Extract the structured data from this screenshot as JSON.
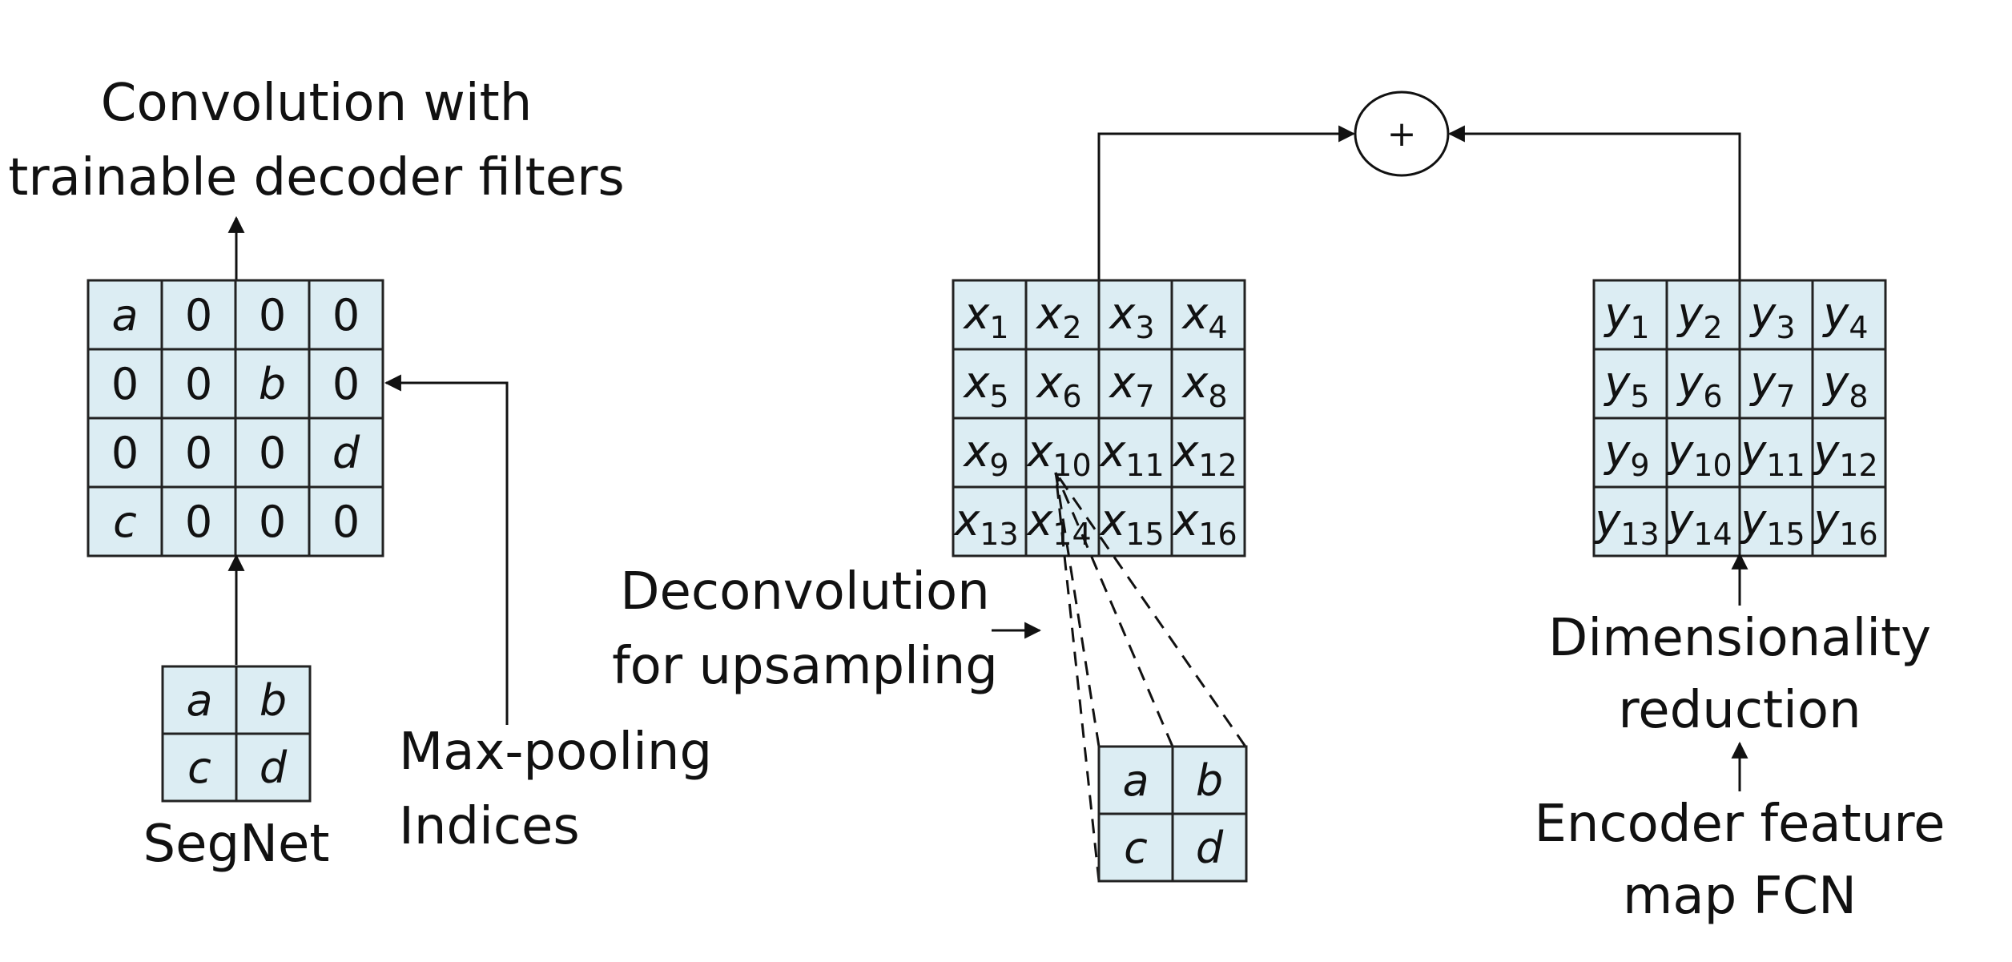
{
  "labels": {
    "conv_line1": "Convolution with",
    "conv_line2": "trainable decoder filters",
    "segnet": "SegNet",
    "maxpool_line1": "Max-pooling",
    "maxpool_line2": "Indices",
    "deconv_line1": "Deconvolution",
    "deconv_line2": "for upsampling",
    "dimred_line1": "Dimensionality",
    "dimred_line2": "reduction",
    "enc_line1": "Encoder feature",
    "enc_line2": "map FCN",
    "plus": "+"
  },
  "segnet_unpooled": [
    [
      {
        "t": "a",
        "i": true
      },
      {
        "t": "0",
        "i": false
      },
      {
        "t": "0",
        "i": false
      },
      {
        "t": "0",
        "i": false
      }
    ],
    [
      {
        "t": "0",
        "i": false
      },
      {
        "t": "0",
        "i": false
      },
      {
        "t": "b",
        "i": true
      },
      {
        "t": "0",
        "i": false
      }
    ],
    [
      {
        "t": "0",
        "i": false
      },
      {
        "t": "0",
        "i": false
      },
      {
        "t": "0",
        "i": false
      },
      {
        "t": "d",
        "i": true
      }
    ],
    [
      {
        "t": "c",
        "i": true
      },
      {
        "t": "0",
        "i": false
      },
      {
        "t": "0",
        "i": false
      },
      {
        "t": "0",
        "i": false
      }
    ]
  ],
  "segnet_pooled": [
    [
      "a",
      "b"
    ],
    [
      "c",
      "d"
    ]
  ],
  "fcn_pooled": [
    [
      "a",
      "b"
    ],
    [
      "c",
      "d"
    ]
  ],
  "x_grid": {
    "base": "x",
    "subs": [
      [
        "1",
        "2",
        "3",
        "4"
      ],
      [
        "5",
        "6",
        "7",
        "8"
      ],
      [
        "9",
        "10",
        "11",
        "12"
      ],
      [
        "13",
        "14",
        "15",
        "16"
      ]
    ]
  },
  "y_grid": {
    "base": "y",
    "subs": [
      [
        "1",
        "2",
        "3",
        "4"
      ],
      [
        "5",
        "6",
        "7",
        "8"
      ],
      [
        "9",
        "10",
        "11",
        "12"
      ],
      [
        "13",
        "14",
        "15",
        "16"
      ]
    ]
  }
}
